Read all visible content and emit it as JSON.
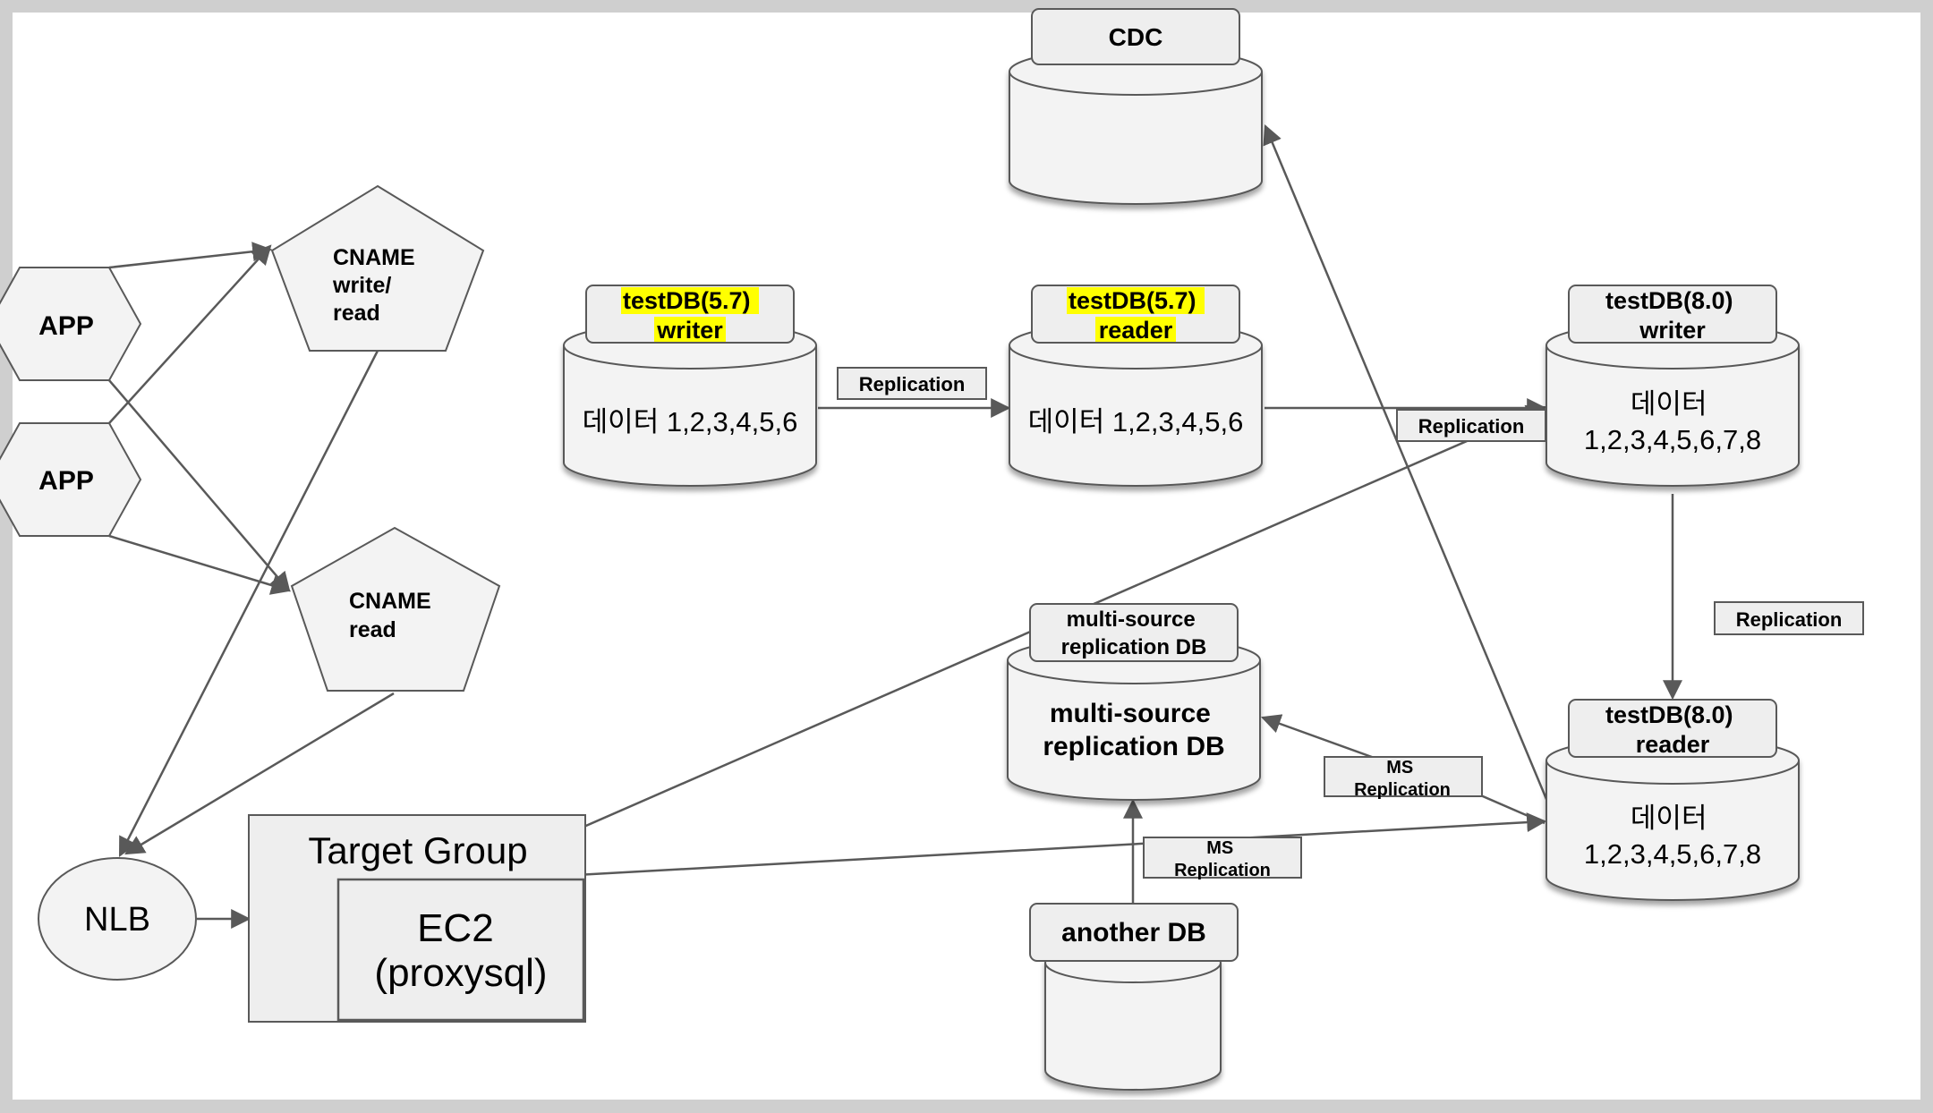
{
  "apps": [
    {
      "label": "APP"
    },
    {
      "label": "APP"
    }
  ],
  "cname_write_read": {
    "lines": [
      "CNAME",
      "write/",
      "read"
    ]
  },
  "cname_read": {
    "lines": [
      "CNAME",
      "read"
    ]
  },
  "nlb": {
    "label": "NLB"
  },
  "target_group": {
    "label": "Target Group"
  },
  "ec2": {
    "lines": [
      "EC2",
      "(proxysql)"
    ]
  },
  "cdc": {
    "label": "CDC"
  },
  "db57_writer": {
    "title_lines": [
      "testDB(5.7)",
      "writer"
    ],
    "body": "데이터 1,2,3,4,5,6",
    "highlight": "#ffff00"
  },
  "db57_reader": {
    "title_lines": [
      "testDB(5.7)",
      "reader"
    ],
    "body": "데이터 1,2,3,4,5,6",
    "highlight": "#ffff00"
  },
  "db80_writer": {
    "title_lines": [
      "testDB(8.0)",
      "writer"
    ],
    "body_lines": [
      "데이터",
      "1,2,3,4,5,6,7,8"
    ]
  },
  "db80_reader": {
    "title_lines": [
      "testDB(8.0)",
      "reader"
    ],
    "body_lines": [
      "데이터",
      "1,2,3,4,5,6,7,8"
    ]
  },
  "ms_db": {
    "title_lines": [
      "multi-source",
      "replication DB"
    ],
    "body_lines": [
      "multi-source",
      "replication DB"
    ]
  },
  "another_db": {
    "label": "another DB"
  },
  "edge_labels": {
    "replication_57": "Replication",
    "replication_to_80": "Replication",
    "replication_80": "Replication",
    "ms_replication_1": [
      "MS",
      "Replication"
    ],
    "ms_replication_2": [
      "MS",
      "Replication"
    ]
  },
  "colors": {
    "background": "#cfcfcf",
    "canvas": "#ffffff",
    "shape_fill": "#f3f3f3",
    "stroke": "#595959",
    "text": "#000000",
    "highlight": "#ffff00"
  }
}
